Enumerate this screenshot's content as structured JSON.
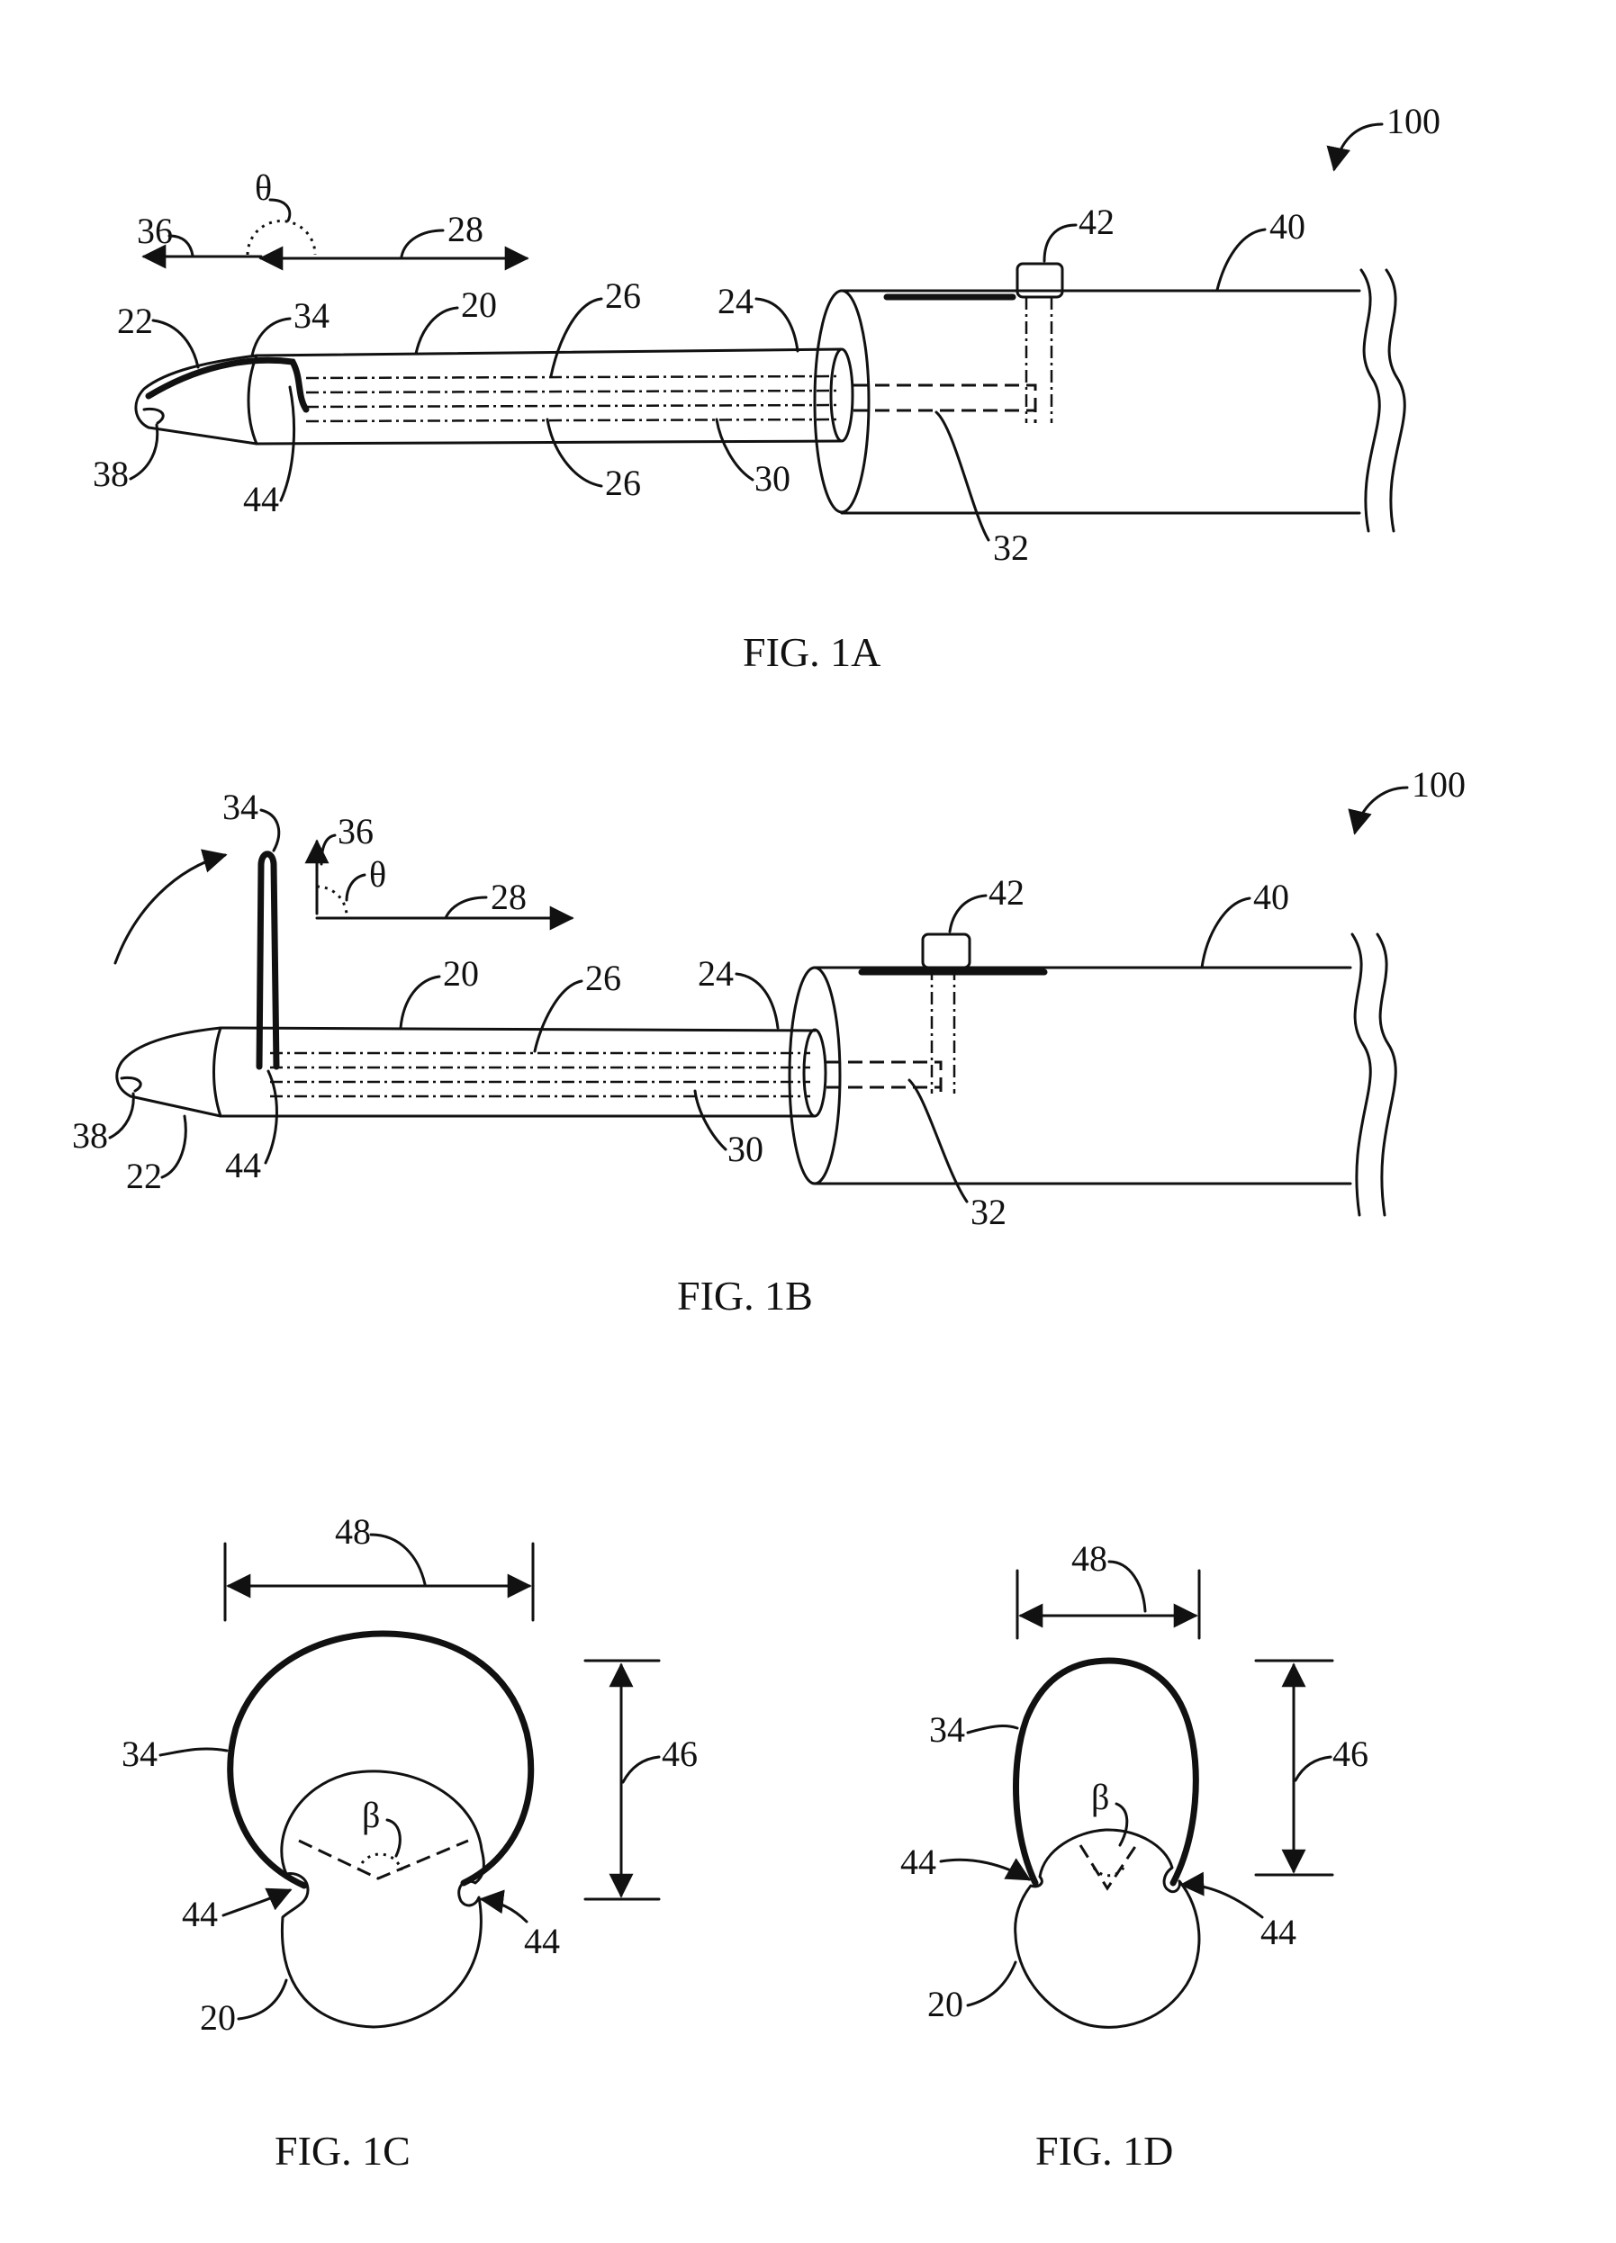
{
  "figures": {
    "fig1a": {
      "caption": "FIG. 1A",
      "labels": {
        "l100": "100",
        "l42": "42",
        "l40": "40",
        "theta": "θ",
        "l36": "36",
        "l28": "28",
        "l22": "22",
        "l34": "34",
        "l20": "20",
        "l26a": "26",
        "l24": "24",
        "l38": "38",
        "l44": "44",
        "l26b": "26",
        "l30": "30",
        "l32": "32"
      }
    },
    "fig1b": {
      "caption": "FIG. 1B",
      "labels": {
        "l100": "100",
        "l34": "34",
        "l36": "36",
        "theta": "θ",
        "l28": "28",
        "l42": "42",
        "l40": "40",
        "l20": "20",
        "l26": "26",
        "l24": "24",
        "l38": "38",
        "l22": "22",
        "l44": "44",
        "l30": "30",
        "l32": "32"
      }
    },
    "fig1c": {
      "caption": "FIG. 1C",
      "labels": {
        "l48": "48",
        "l46": "46",
        "l34": "34",
        "beta": "β",
        "l44a": "44",
        "l44b": "44",
        "l20": "20"
      }
    },
    "fig1d": {
      "caption": "FIG. 1D",
      "labels": {
        "l48": "48",
        "l46": "46",
        "l34": "34",
        "beta": "β",
        "l44a": "44",
        "l44b": "44",
        "l20": "20"
      }
    }
  }
}
